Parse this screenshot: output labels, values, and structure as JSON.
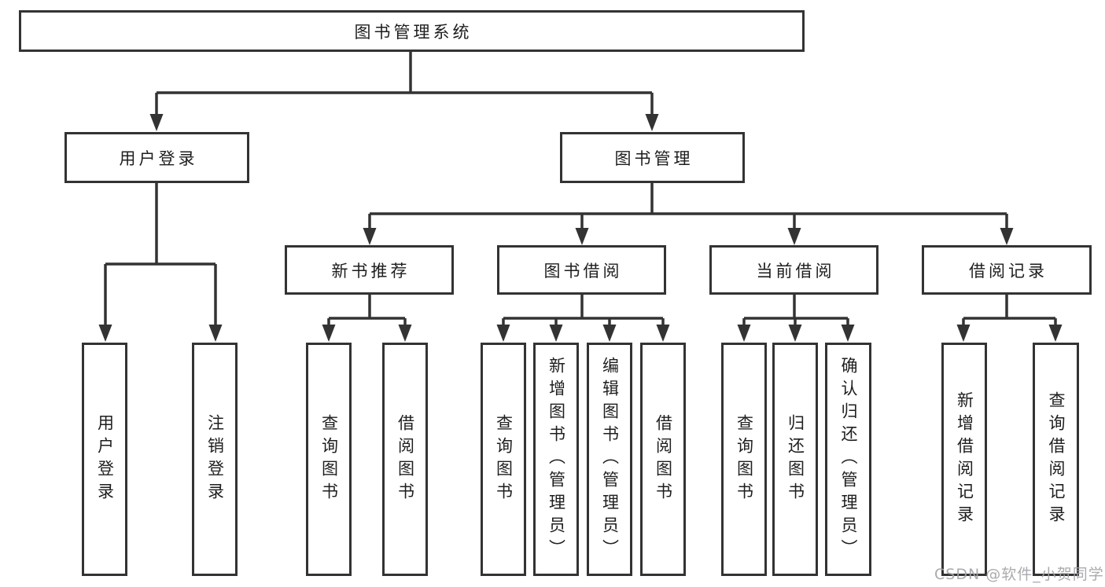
{
  "diagram": {
    "type": "hierarchy-tree",
    "colors": {
      "background": "#ffffff",
      "box_border": "#333333",
      "box_fill": "#ffffff",
      "connector_line": "#333333",
      "text": "#1e1e1e",
      "watermark_text": "#a4a4a8"
    }
  },
  "tree": {
    "label": "图书管理系统",
    "children": [
      {
        "label": "用户登录",
        "children": [
          {
            "label": "用户登录"
          },
          {
            "label": "注销登录"
          }
        ]
      },
      {
        "label": "图书管理",
        "children": [
          {
            "label": "新书推荐",
            "children": [
              {
                "label": "查询图书"
              },
              {
                "label": "借阅图书"
              }
            ]
          },
          {
            "label": "图书借阅",
            "children": [
              {
                "label": "查询图书"
              },
              {
                "label": "新增图书（管理员）"
              },
              {
                "label": "编辑图书（管理员）"
              },
              {
                "label": "借阅图书"
              }
            ]
          },
          {
            "label": "当前借阅",
            "children": [
              {
                "label": "查询图书"
              },
              {
                "label": "归还图书"
              },
              {
                "label": "确认归还（管理员）"
              }
            ]
          },
          {
            "label": "借阅记录",
            "children": [
              {
                "label": "新增借阅记录"
              },
              {
                "label": "查询借阅记录"
              }
            ]
          }
        ]
      }
    ]
  },
  "watermark": {
    "text": "CSDN @软件_小贺同学"
  }
}
